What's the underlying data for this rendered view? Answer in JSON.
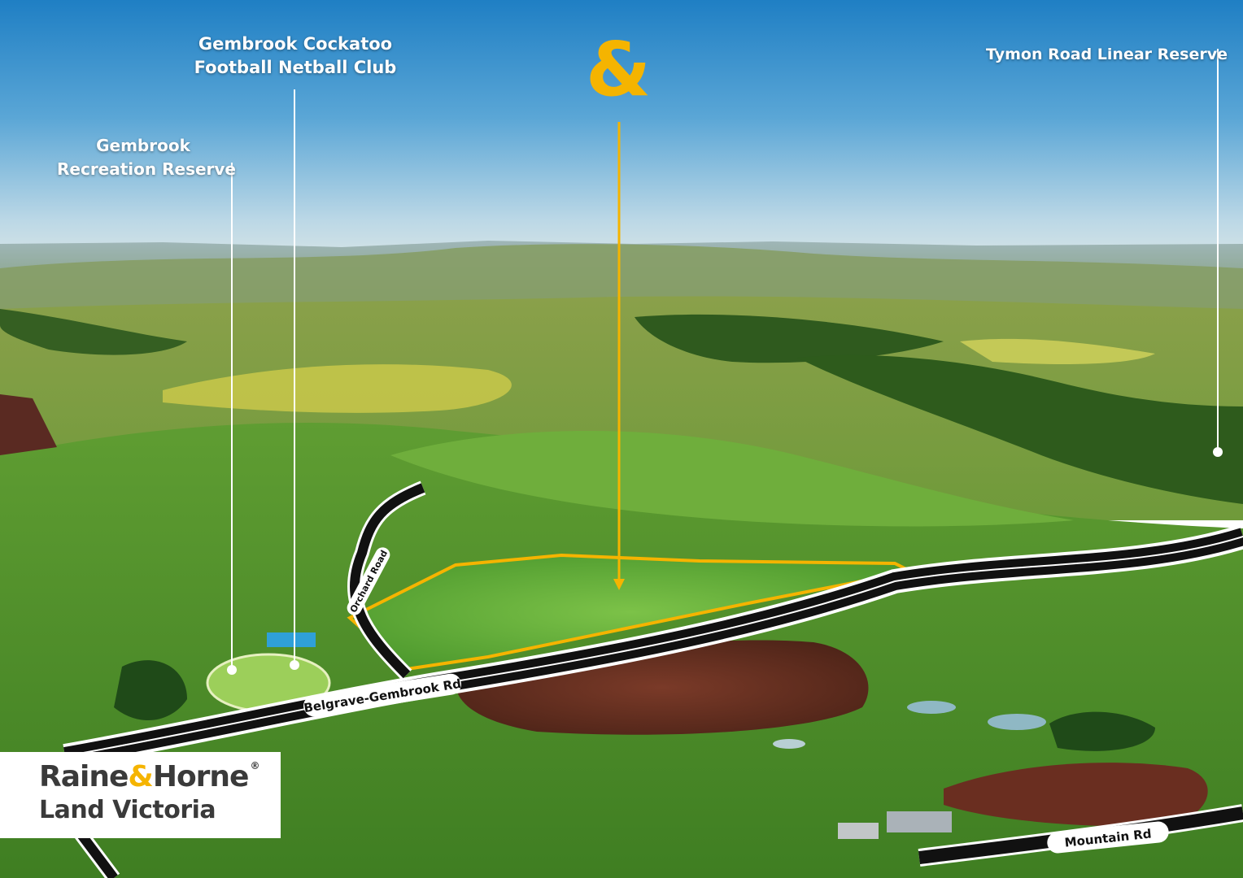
{
  "labels": {
    "club": {
      "line1": "Gembrook Cockatoo",
      "line2": "Football Netball Club"
    },
    "recreation": {
      "line1": "Gembrook",
      "line2": "Recreation Reserve"
    },
    "tymon": "Tymon Road Linear Reserve"
  },
  "roads": {
    "orchard": "Orchard Road",
    "belgrave": "Belgrave-Gembrook Rd",
    "mountain": "Mountain Rd"
  },
  "brand": {
    "name_part1": "Raine",
    "name_amp": "&",
    "name_part2": "Horne",
    "reg_mark": "®",
    "subtitle": "Land Victoria"
  },
  "logo_mark": "&",
  "colors": {
    "accent": "#f5b400",
    "label_text": "#ffffff",
    "brand_text": "#3a3a3a",
    "road_fill": "#111111"
  }
}
